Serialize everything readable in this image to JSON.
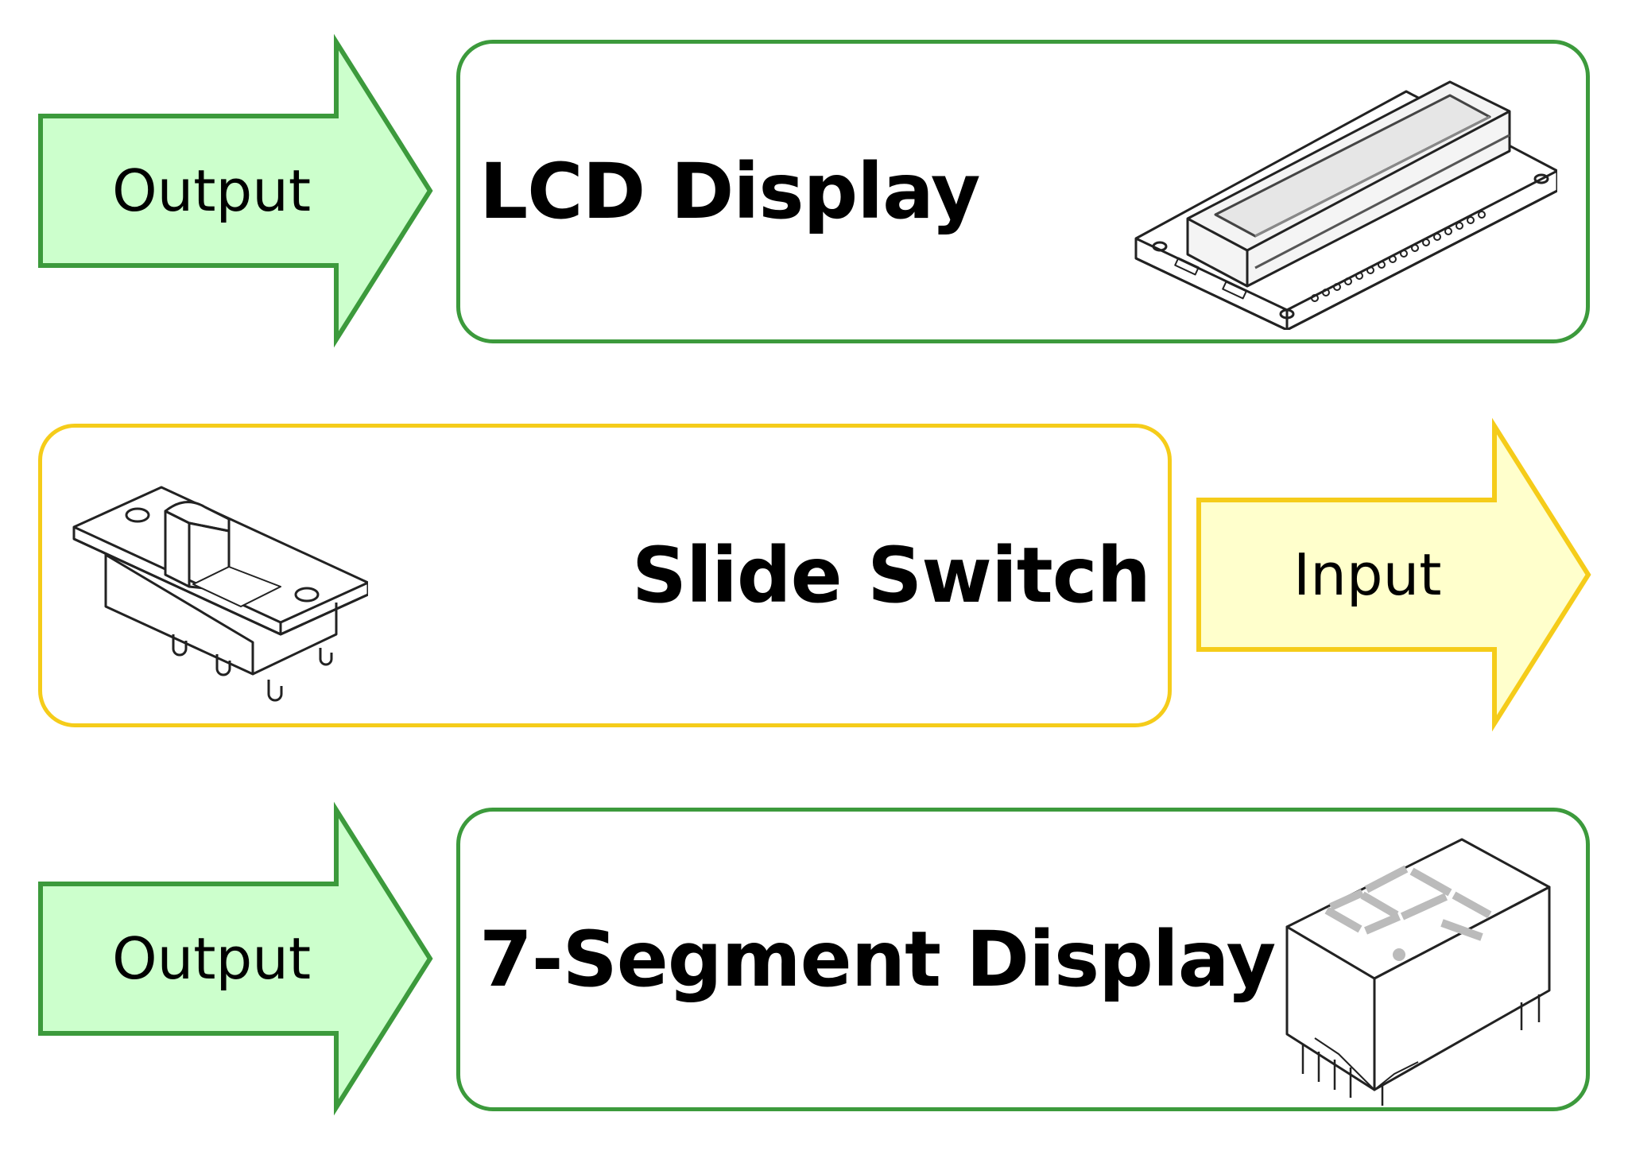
{
  "rows": [
    {
      "label": "Output",
      "title": "LCD Display",
      "icon": "lcd-display-icon",
      "accent": "#3c9a3c",
      "arrow_fill": "#ccffcc"
    },
    {
      "label": "Input",
      "title": "Slide Switch",
      "icon": "slide-switch-icon",
      "accent": "#f5cc1a",
      "arrow_fill": "#ffffcc"
    },
    {
      "label": "Output",
      "title": "7-Segment Display",
      "icon": "seven-segment-display-icon",
      "accent": "#3c9a3c",
      "arrow_fill": "#ccffcc"
    }
  ]
}
